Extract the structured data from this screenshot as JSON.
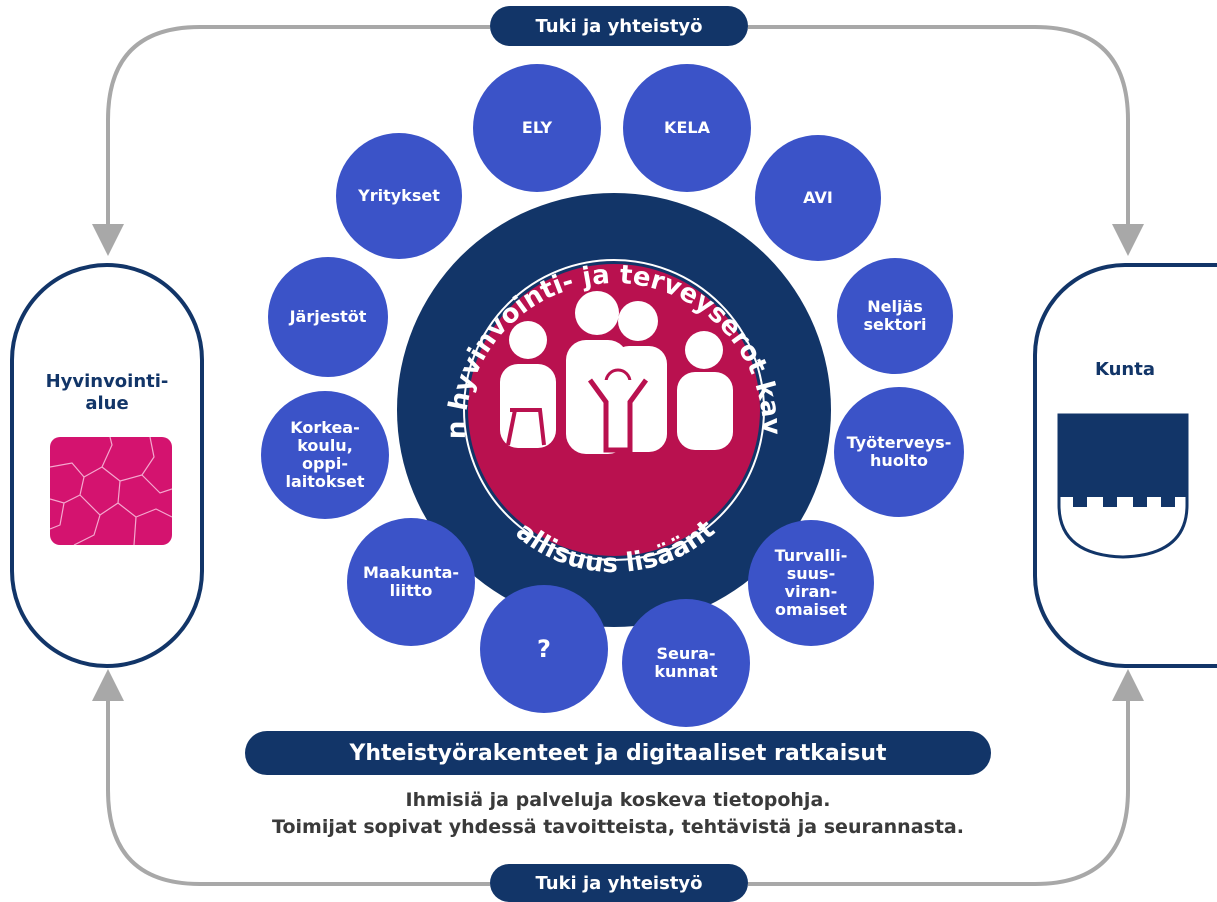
{
  "top_pill": "Tuki ja yhteistyö",
  "bottom_pill": "Tuki ja yhteistyö",
  "left_panel": {
    "title": "Hyvinvointi-\nalue",
    "icon": "region-map-icon",
    "icon_color": "#d4136f"
  },
  "right_panel": {
    "title": "Kunta",
    "icon": "municipal-coat-of-arms-icon"
  },
  "center": {
    "arc_top_text": "Ihmisten hyvinvointi- ja terveyserot kaventuvat",
    "arc_bottom_text": "Osallisuus lisääntyy",
    "icon": "family-group-icon"
  },
  "actors": [
    "ELY",
    "KELA",
    "AVI",
    "Neljäs\nsektori",
    "Työterveys-\nhuolto",
    "Turvalli-\nsuus-\nviran-\nomaiset",
    "Seura-\nkunnat",
    "?",
    "Maakunta-\nliitto",
    "Korkea-\nkoulu,\noppi-\nlaitokset",
    "Järjestöt",
    "Yritykset"
  ],
  "banner": "Yhteistyörakenteet ja digitaaliset ratkaisut",
  "info_lines": [
    "Ihmisiä ja palveluja koskeva tietopohja.",
    "Toimijat sopivat yhdessä tavoitteista, tehtävistä ja seurannasta."
  ],
  "colors": {
    "navy": "#123568",
    "bubble": "#3b53c8",
    "magenta": "#b9114f",
    "arrow": "#a8a8a8"
  }
}
